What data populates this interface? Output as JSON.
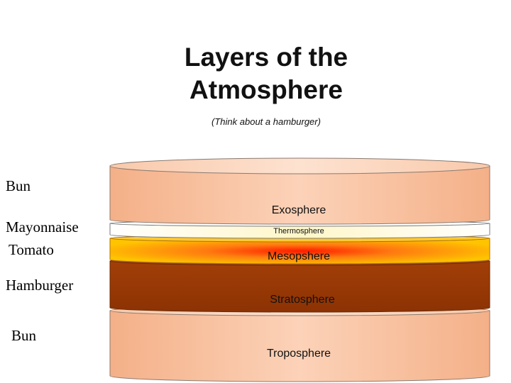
{
  "title": "Layers of the Atmosphere",
  "subtitle": "(Think about a hamburger)",
  "hamburger_labels": {
    "top_bun": "Bun",
    "mayonnaise": "Mayonnaise",
    "tomato": "Tomato",
    "hamburger": "Hamburger",
    "bottom_bun": "Bun"
  },
  "layers": [
    {
      "name": "Exosphere",
      "color": "#f6bc96"
    },
    {
      "name": "Thermosphere",
      "color": "#fffbd6"
    },
    {
      "name": "Mesopshere",
      "color": "#ff2a00"
    },
    {
      "name": "Stratosphere",
      "color": "#9a3a06"
    },
    {
      "name": "Troposphere",
      "color": "#f6bc96"
    }
  ]
}
